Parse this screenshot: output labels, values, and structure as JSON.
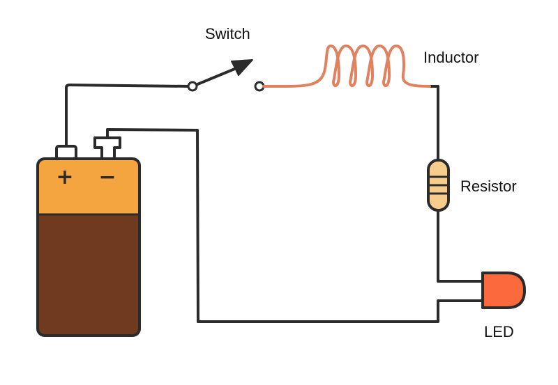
{
  "labels": {
    "switch": "Switch",
    "inductor": "Inductor",
    "resistor": "Resistor",
    "led": "LED",
    "battery_plus": "+",
    "battery_minus": "−"
  },
  "colors": {
    "wire": "#2b2b2b",
    "battery_top": "#f5a540",
    "battery_body": "#6f3a1d",
    "inductor_coil": "#e0815f",
    "resistor_body": "#f7cd8e",
    "led_body": "#fb6a3d",
    "terminal": "#ffffff"
  },
  "icons": {
    "battery": "battery-icon",
    "switch": "switch-icon",
    "inductor": "inductor-icon",
    "resistor": "resistor-icon",
    "led": "led-icon"
  }
}
